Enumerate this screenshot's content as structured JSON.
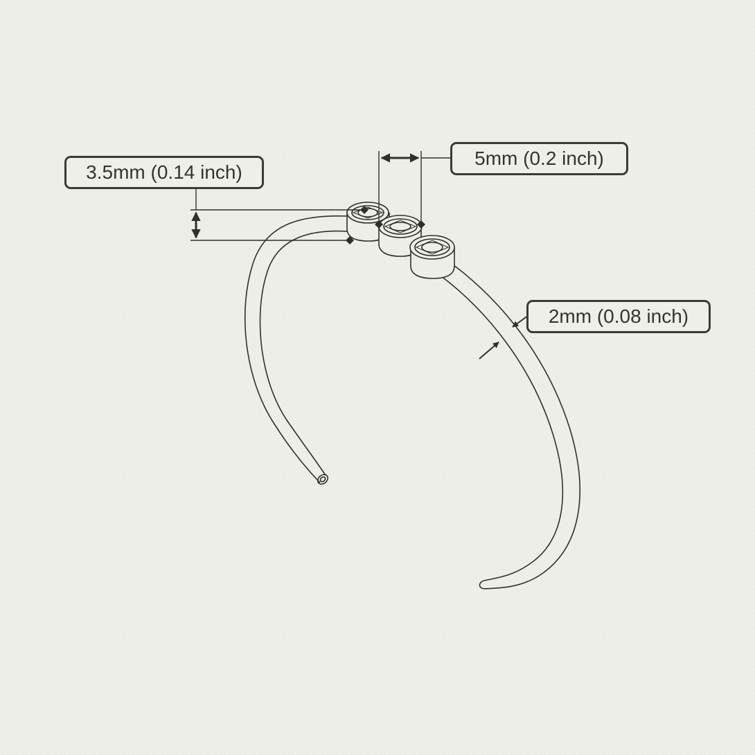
{
  "dimensions": {
    "stone_height": "3.5mm (0.14 inch)",
    "stone_width": "5mm (0.2 inch)",
    "band_thickness": "2mm (0.08 inch)"
  },
  "colors": {
    "background": "#eeeee8",
    "line": "#2f2f2d",
    "label_border": "#3a3a38",
    "label_text": "#333331"
  }
}
